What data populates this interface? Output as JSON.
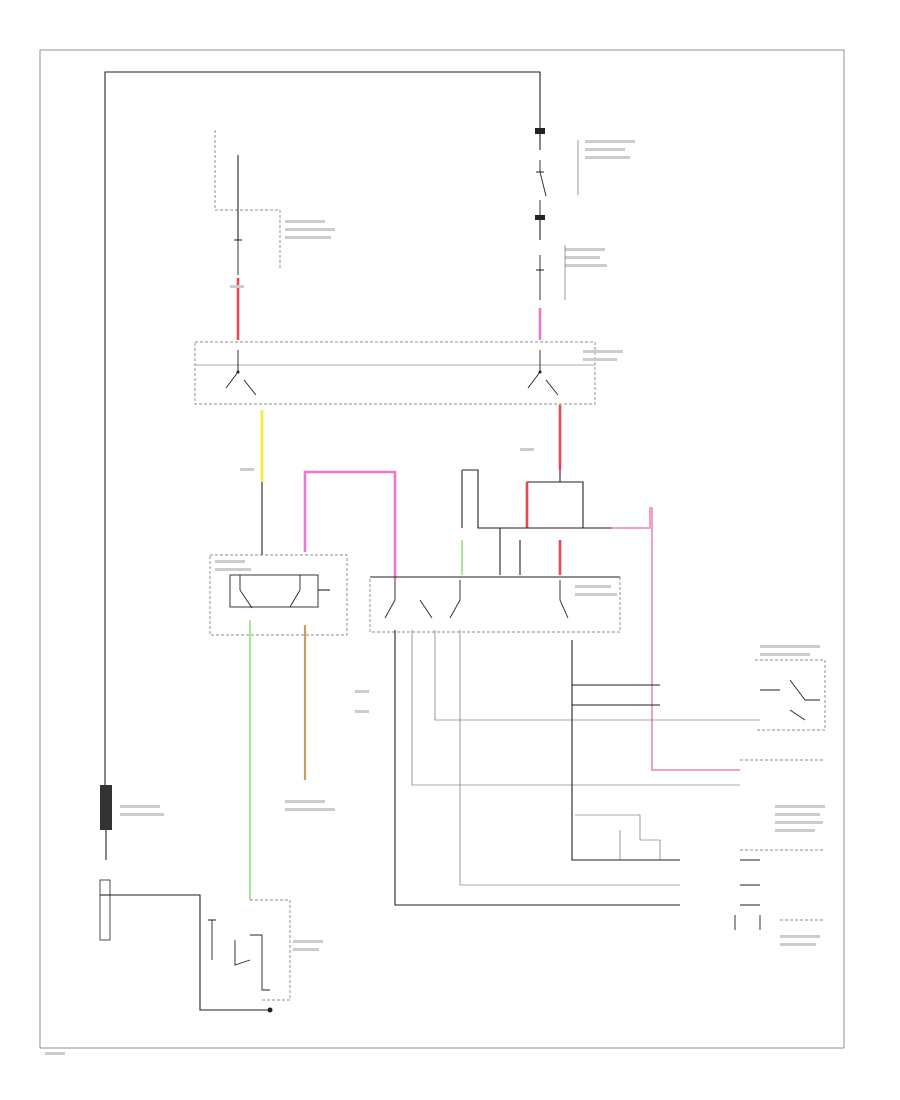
{
  "diagram": {
    "border_color": "#666666",
    "wire_colors": {
      "pink": "#ee77cc",
      "light_pink": "#f2a0c8",
      "red": "#e8484f",
      "yellow": "#f0ee40",
      "green": "#8fe07a",
      "tan": "#c8a060",
      "black": "#222222"
    },
    "components": [
      {
        "id": "fuse-block-left",
        "label": "",
        "interactable": false
      },
      {
        "id": "fuse-block-right",
        "label": "",
        "interactable": false
      },
      {
        "id": "relay-box",
        "label": "",
        "interactable": false
      },
      {
        "id": "starter-relay",
        "label": "",
        "interactable": false
      },
      {
        "id": "park-neutral-switch",
        "label": "",
        "interactable": false
      },
      {
        "id": "battery",
        "label": "",
        "interactable": false
      },
      {
        "id": "starter-motor",
        "label": "",
        "interactable": false
      },
      {
        "id": "transmission-range-sensor",
        "label": "",
        "interactable": false
      },
      {
        "id": "ecm",
        "label": "",
        "interactable": false
      }
    ],
    "footer_label": ""
  }
}
